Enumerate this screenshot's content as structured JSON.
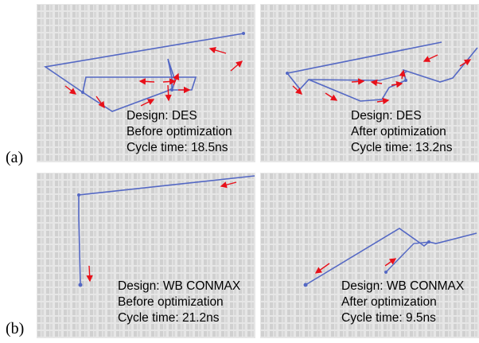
{
  "row_labels": {
    "a": "(a)",
    "b": "(b)"
  },
  "panels": [
    {
      "design": "Design: DES",
      "stage": "Before optimization",
      "cycle": "Cycle time: 18.5ns"
    },
    {
      "design": "Design: DES",
      "stage": "After optimization",
      "cycle": "Cycle time: 13.2ns"
    },
    {
      "design": "Design: WB CONMAX",
      "stage": "Before optimization",
      "cycle": "Cycle time: 21.2ns"
    },
    {
      "design": "Design: WB CONMAX",
      "stage": "After optimization",
      "cycle": "Cycle time: 9.5ns"
    }
  ],
  "colors": {
    "path": "#5468c4",
    "arrow": "#e8101a",
    "background": "#e4e4e4",
    "cells": "#d2d2d2"
  }
}
